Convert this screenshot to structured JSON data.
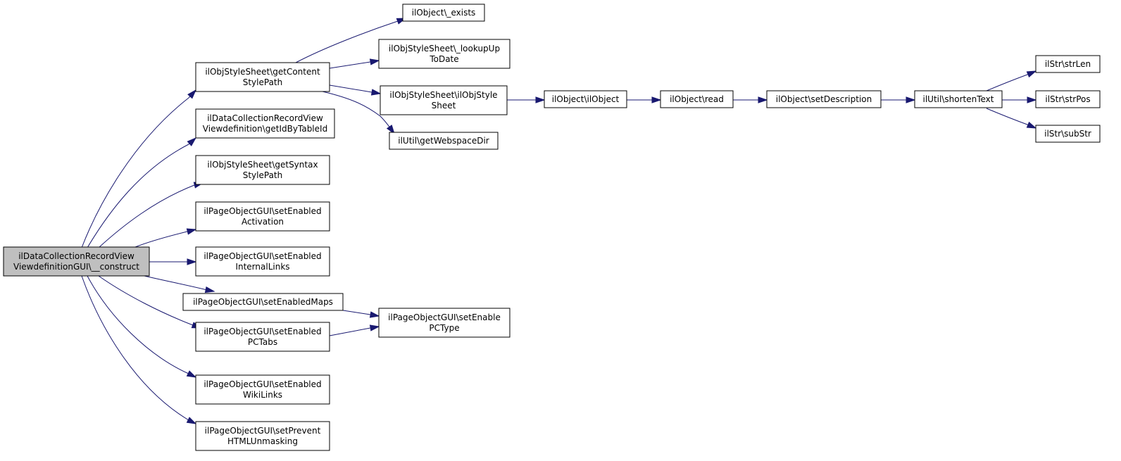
{
  "graph": {
    "colors": {
      "edge": "#191970",
      "node_border": "#000000",
      "root_fill": "#bfbfbf",
      "node_fill": "#ffffff"
    },
    "nodes": [
      {
        "id": "n_construct",
        "name": "node-construct",
        "root": true,
        "lines": [
          "ilDataCollectionRecordView",
          "ViewdefinitionGUI\\__construct"
        ]
      },
      {
        "id": "n_getContentStylePath",
        "name": "node-get-content-style-path",
        "lines": [
          "ilObjStyleSheet\\getContent",
          "StylePath"
        ]
      },
      {
        "id": "n_getIdByTableId",
        "name": "node-get-id-by-table-id",
        "lines": [
          "ilDataCollectionRecordView",
          "Viewdefinition\\getIdByTableId"
        ]
      },
      {
        "id": "n_getSyntaxStylePath",
        "name": "node-get-syntax-style-path",
        "lines": [
          "ilObjStyleSheet\\getSyntax",
          "StylePath"
        ]
      },
      {
        "id": "n_setEnabledActivation",
        "name": "node-set-enabled-activation",
        "lines": [
          "ilPageObjectGUI\\setEnabled",
          "Activation"
        ]
      },
      {
        "id": "n_setEnabledInternalLinks",
        "name": "node-set-enabled-internal-links",
        "lines": [
          "ilPageObjectGUI\\setEnabled",
          "InternalLinks"
        ]
      },
      {
        "id": "n_setEnabledMaps",
        "name": "node-set-enabled-maps",
        "lines": [
          "ilPageObjectGUI\\setEnabledMaps"
        ]
      },
      {
        "id": "n_setEnabledPCTabs",
        "name": "node-set-enabled-pc-tabs",
        "lines": [
          "ilPageObjectGUI\\setEnabled",
          "PCTabs"
        ]
      },
      {
        "id": "n_setEnabledWikiLinks",
        "name": "node-set-enabled-wiki-links",
        "lines": [
          "ilPageObjectGUI\\setEnabled",
          "WikiLinks"
        ]
      },
      {
        "id": "n_setPreventHTMLUnmasking",
        "name": "node-set-prevent-html-unmasking",
        "lines": [
          "ilPageObjectGUI\\setPrevent",
          "HTMLUnmasking"
        ]
      },
      {
        "id": "n_exists",
        "name": "node-ilobject-exists",
        "lines": [
          "ilObject\\_exists"
        ]
      },
      {
        "id": "n_lookupUpToDate",
        "name": "node-lookup-up-to-date",
        "lines": [
          "ilObjStyleSheet\\_lookupUp",
          "ToDate"
        ]
      },
      {
        "id": "n_ilObjStyleSheet",
        "name": "node-ilobjstylesheet-constructor",
        "lines": [
          "ilObjStyleSheet\\ilObjStyle",
          "Sheet"
        ]
      },
      {
        "id": "n_getWebspaceDir",
        "name": "node-get-webspace-dir",
        "lines": [
          "ilUtil\\getWebspaceDir"
        ]
      },
      {
        "id": "n_setEnablePCType",
        "name": "node-set-enable-pc-type",
        "lines": [
          "ilPageObjectGUI\\setEnable",
          "PCType"
        ]
      },
      {
        "id": "n_ilObject",
        "name": "node-ilobject-constructor",
        "lines": [
          "ilObject\\ilObject"
        ]
      },
      {
        "id": "n_read",
        "name": "node-ilobject-read",
        "lines": [
          "ilObject\\read"
        ]
      },
      {
        "id": "n_setDescription",
        "name": "node-set-description",
        "lines": [
          "ilObject\\setDescription"
        ]
      },
      {
        "id": "n_shortenText",
        "name": "node-shorten-text",
        "lines": [
          "ilUtil\\shortenText"
        ]
      },
      {
        "id": "n_strLen",
        "name": "node-str-len",
        "lines": [
          "ilStr\\strLen"
        ]
      },
      {
        "id": "n_strPos",
        "name": "node-str-pos",
        "lines": [
          "ilStr\\strPos"
        ]
      },
      {
        "id": "n_subStr",
        "name": "node-sub-str",
        "lines": [
          "ilStr\\subStr"
        ]
      }
    ],
    "edges": [
      [
        "n_construct",
        "n_getContentStylePath"
      ],
      [
        "n_construct",
        "n_getIdByTableId"
      ],
      [
        "n_construct",
        "n_getSyntaxStylePath"
      ],
      [
        "n_construct",
        "n_setEnabledActivation"
      ],
      [
        "n_construct",
        "n_setEnabledInternalLinks"
      ],
      [
        "n_construct",
        "n_setEnabledMaps"
      ],
      [
        "n_construct",
        "n_setEnabledPCTabs"
      ],
      [
        "n_construct",
        "n_setEnabledWikiLinks"
      ],
      [
        "n_construct",
        "n_setPreventHTMLUnmasking"
      ],
      [
        "n_getContentStylePath",
        "n_exists"
      ],
      [
        "n_getContentStylePath",
        "n_lookupUpToDate"
      ],
      [
        "n_getContentStylePath",
        "n_ilObjStyleSheet"
      ],
      [
        "n_getContentStylePath",
        "n_getWebspaceDir"
      ],
      [
        "n_setEnabledMaps",
        "n_setEnablePCType"
      ],
      [
        "n_setEnabledPCTabs",
        "n_setEnablePCType"
      ],
      [
        "n_ilObjStyleSheet",
        "n_ilObject"
      ],
      [
        "n_ilObject",
        "n_read"
      ],
      [
        "n_read",
        "n_setDescription"
      ],
      [
        "n_setDescription",
        "n_shortenText"
      ],
      [
        "n_shortenText",
        "n_strLen"
      ],
      [
        "n_shortenText",
        "n_strPos"
      ],
      [
        "n_shortenText",
        "n_subStr"
      ]
    ]
  }
}
